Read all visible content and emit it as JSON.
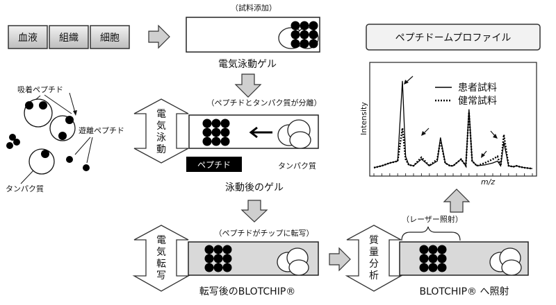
{
  "sample_boxes": [
    {
      "label": "血液"
    },
    {
      "label": "組織"
    },
    {
      "label": "細胞"
    }
  ],
  "gel_top": {
    "annotation": "（試料添加）",
    "caption": "電気泳動ゲル"
  },
  "free_peptide_panel": {
    "adsorbed_label": "吸着ペプチド",
    "free_label": "遊離ペプチド",
    "protein_label": "タンパク質"
  },
  "gel_mid": {
    "annotation": "（ペプチドとタンパク質が分離）",
    "side_label": "電気泳動",
    "peptide_badge": "ペプチド",
    "protein_label": "タンパク質",
    "caption": "泳動後のゲル"
  },
  "transfer": {
    "annotation": "（ペプチドがチップに転写）",
    "side_label": "電気転写",
    "caption": "転写後のBLOTCHIP®"
  },
  "ms": {
    "annotation": "（レーザー照射）",
    "side_label": "質量分析",
    "caption": "BLOTCHIP®  へ照射"
  },
  "profile": {
    "title": "ペプチドームプロファイル",
    "ylabel": "Intensity",
    "xlabel": "m/z",
    "legend": [
      {
        "label": "患者試料",
        "style": "solid"
      },
      {
        "label": "健常試料",
        "style": "dotted"
      }
    ]
  },
  "chart_data": {
    "type": "line",
    "ylabel": "Intensity",
    "xlabel": "m/z",
    "x": [
      0,
      5,
      10,
      15,
      18,
      20,
      22,
      25,
      30,
      35,
      40,
      42,
      45,
      48,
      50,
      55,
      58,
      60,
      62,
      65,
      70,
      75,
      78,
      80,
      82,
      85,
      88,
      90,
      92,
      95,
      100
    ],
    "series": [
      {
        "name": "患者試料",
        "style": "solid",
        "values": [
          0.03,
          0.05,
          0.08,
          0.1,
          0.95,
          0.15,
          0.06,
          0.05,
          0.12,
          0.05,
          0.1,
          0.35,
          0.08,
          0.05,
          0.05,
          0.12,
          0.05,
          0.65,
          0.1,
          0.05,
          0.06,
          0.08,
          0.1,
          0.05,
          0.3,
          0.05,
          0.04,
          0.05,
          0.04,
          0.03,
          0.02
        ]
      },
      {
        "name": "健常試料",
        "style": "dotted",
        "values": [
          0.03,
          0.05,
          0.08,
          0.1,
          0.45,
          0.12,
          0.06,
          0.05,
          0.14,
          0.05,
          0.12,
          0.32,
          0.08,
          0.05,
          0.05,
          0.12,
          0.05,
          0.62,
          0.1,
          0.05,
          0.08,
          0.12,
          0.15,
          0.05,
          0.38,
          0.05,
          0.04,
          0.05,
          0.04,
          0.03,
          0.02
        ]
      }
    ]
  }
}
